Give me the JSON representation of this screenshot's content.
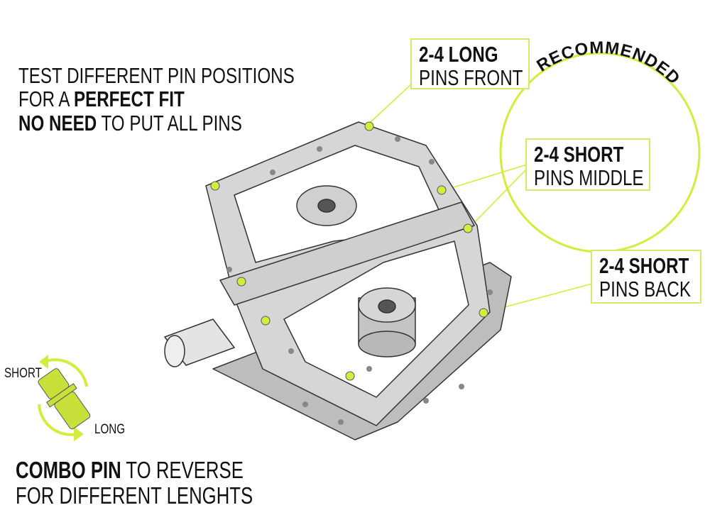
{
  "headline": {
    "line1": "TEST DIFFERENT PIN POSITIONS",
    "line2_prefix": "FOR A ",
    "line2_bold": "PERFECT FIT",
    "line3_bold": "NO NEED",
    "line3_rest": " TO PUT ALL PINS"
  },
  "recommended": "RECOMMENDED",
  "callouts": {
    "front": {
      "line1": "2-4  LONG",
      "line2": "PINS FRONT"
    },
    "middle": {
      "line1": "2-4 SHORT",
      "line2": "PINS MIDDLE"
    },
    "back": {
      "line1": "2-4 SHORT",
      "line2": "PINS BACK"
    }
  },
  "combo_pin": {
    "short_label": "SHORT",
    "long_label": "LONG",
    "line1_bold": "COMBO PIN",
    "line1_rest": " TO REVERSE",
    "line2": "FOR DIFFERENT LENGHTS"
  },
  "colors": {
    "accent": "#d4ec3c",
    "pedal": "#d4d4d4",
    "outline": "#333333"
  }
}
